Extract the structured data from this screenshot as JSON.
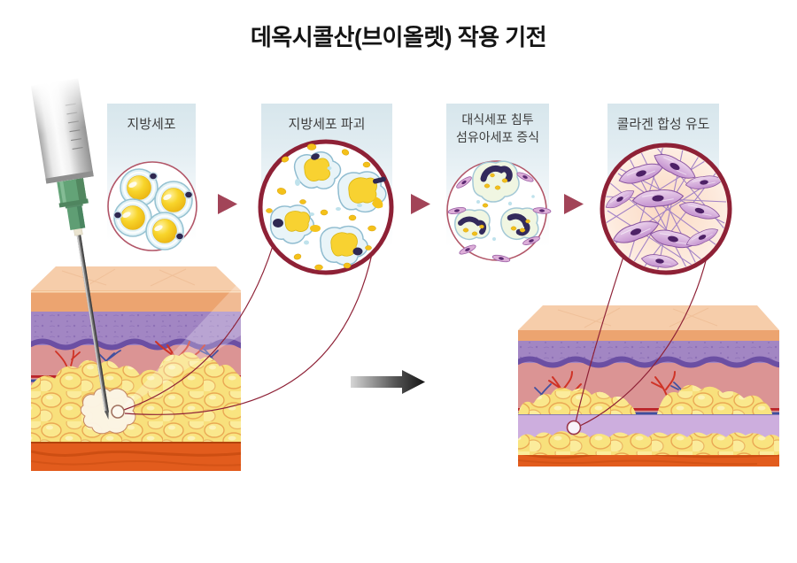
{
  "title": "데옥시콜산(브이올렛) 작용 기전",
  "steps": [
    {
      "label": "지방세포"
    },
    {
      "label": "지방세포 파괴"
    },
    {
      "label_line1": "대식세포 침투",
      "label_line2": "섬유아세포 증식"
    },
    {
      "label": "콜라겐 합성 유도"
    }
  ],
  "icons": {
    "step_arrow": "triangle-right-arrow",
    "transition_arrow": "gradient-right-arrow",
    "syringe": "syringe",
    "insets": [
      "fat-cells",
      "fat-cell-destruction",
      "macrophage-fibroblast",
      "collagen-fibers"
    ]
  },
  "colors": {
    "accent_dark_red": "#8e2136",
    "thin_circle_red": "#b25668",
    "arrow_maroon": "#a24458",
    "label_box_top": "#d7e6ec",
    "fat_yellow": "#f8e07c",
    "dermis_purple": "#a286c3",
    "dermis_pink": "#db9494",
    "epidermis_orange": "#eca470",
    "muscle_orange": "#e25c1d",
    "collagen_lavender": "#cdaede"
  }
}
